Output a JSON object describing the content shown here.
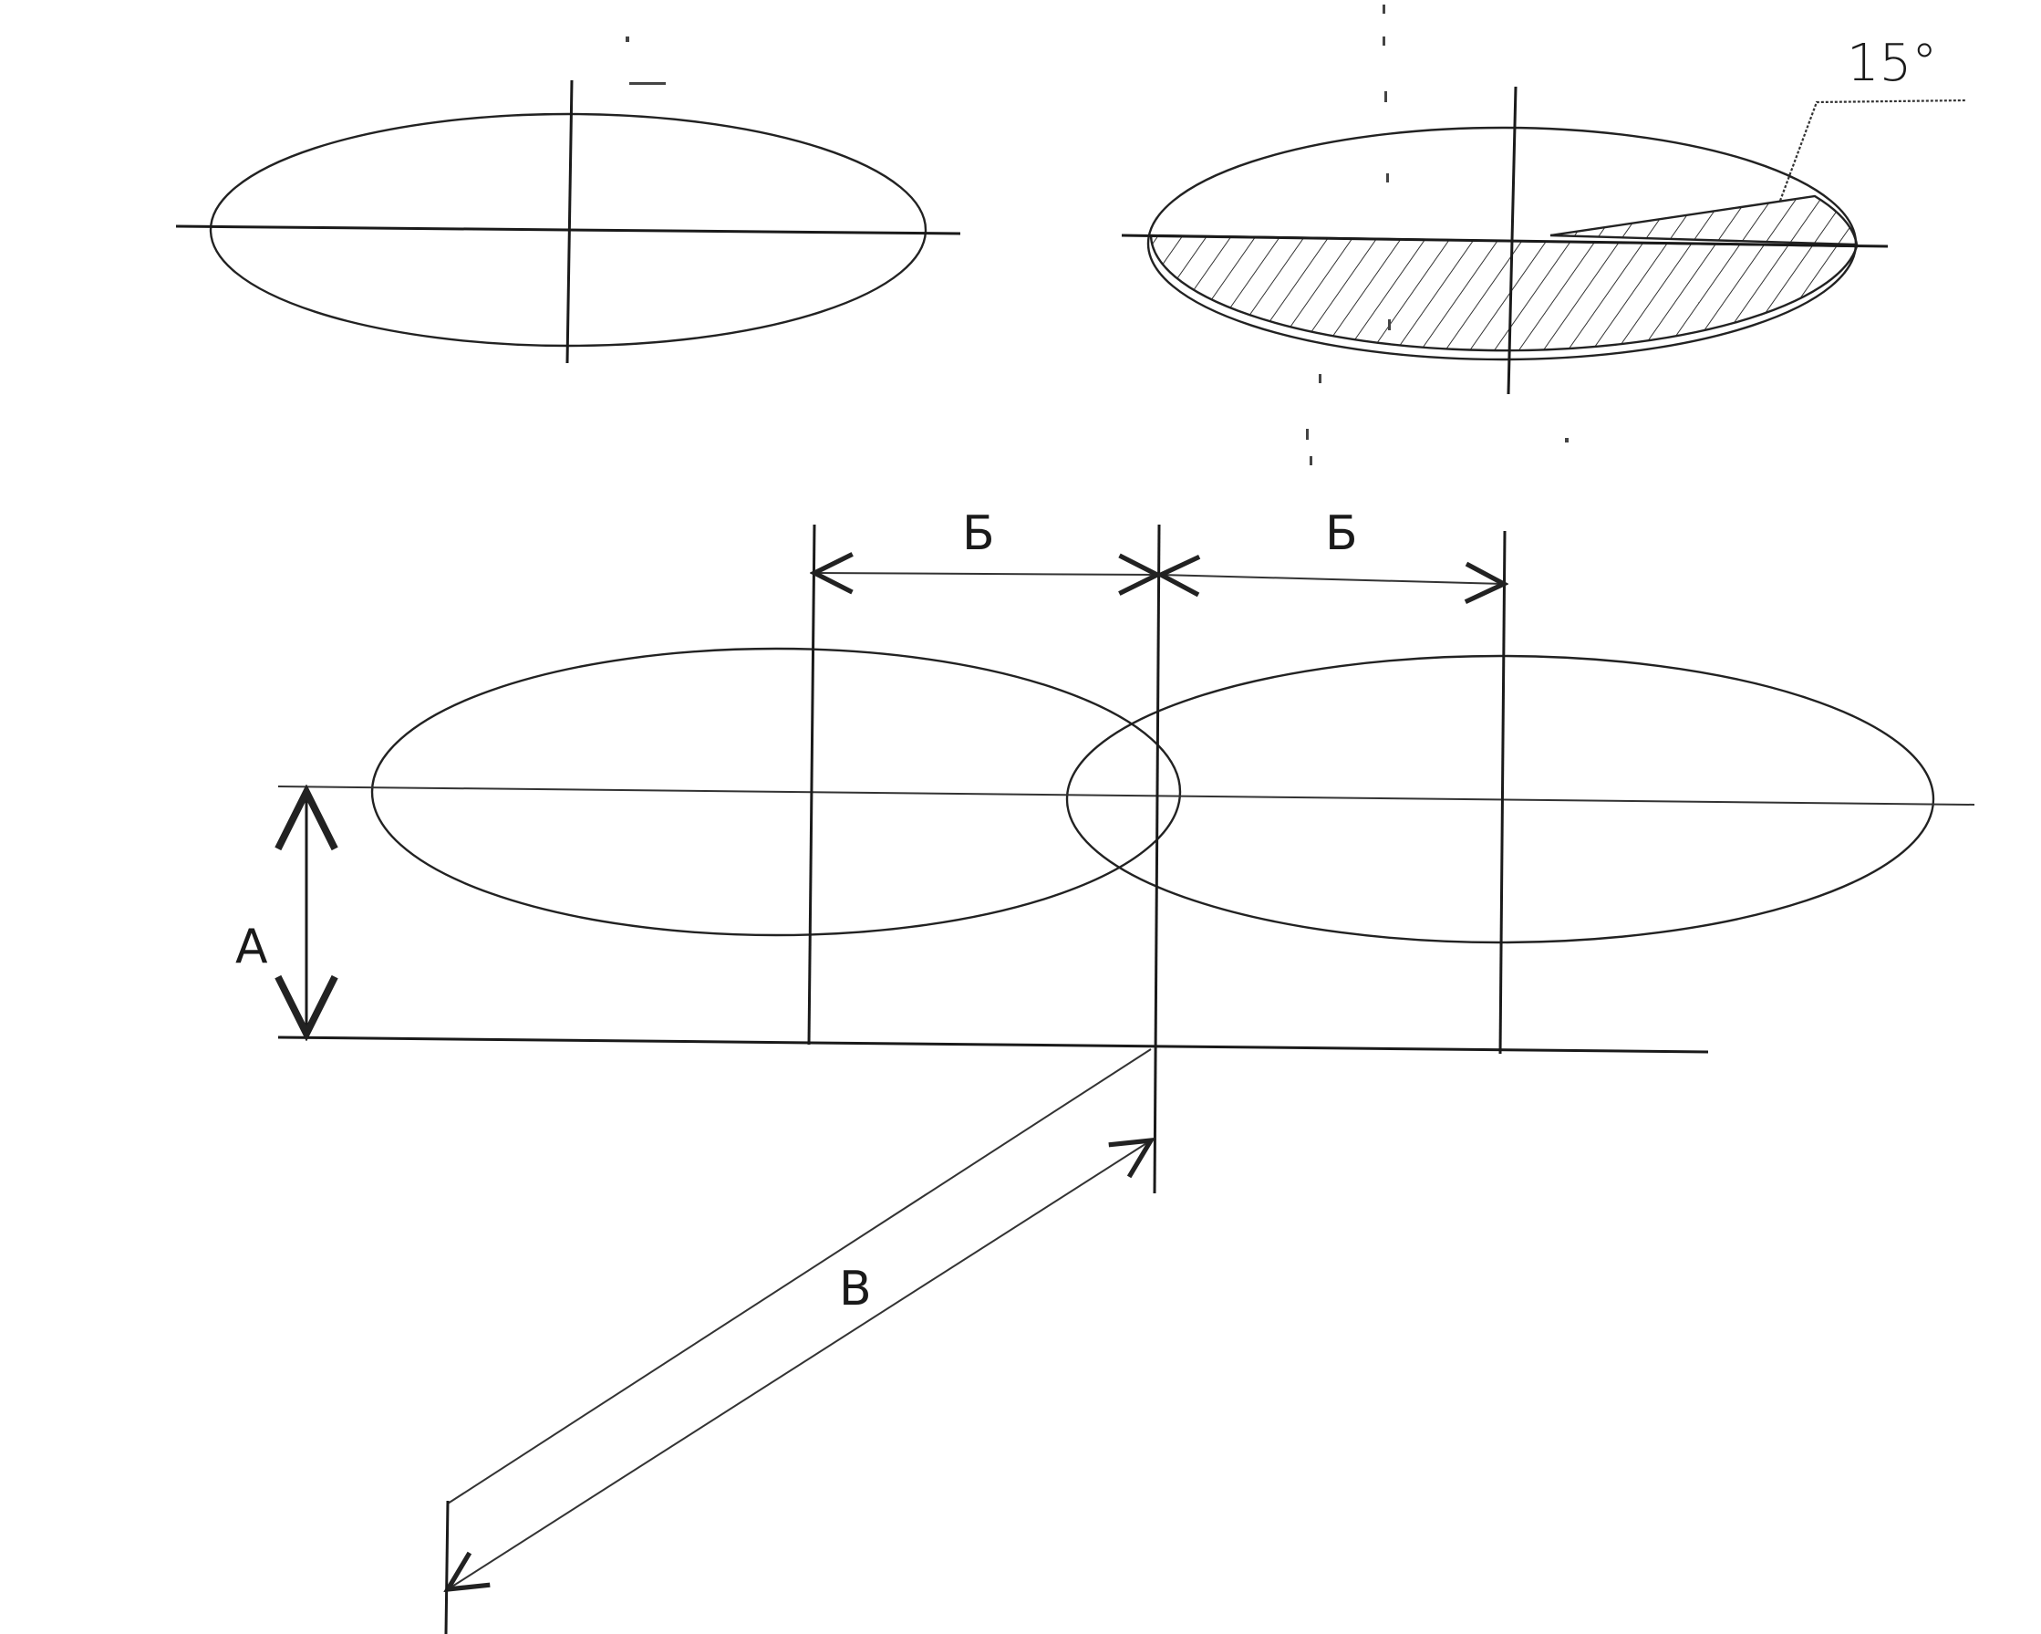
{
  "labels": {
    "angle": "15°",
    "dim_b_left": "Б",
    "dim_b_right": "Б",
    "dim_a": "A",
    "dim_v": "B"
  }
}
